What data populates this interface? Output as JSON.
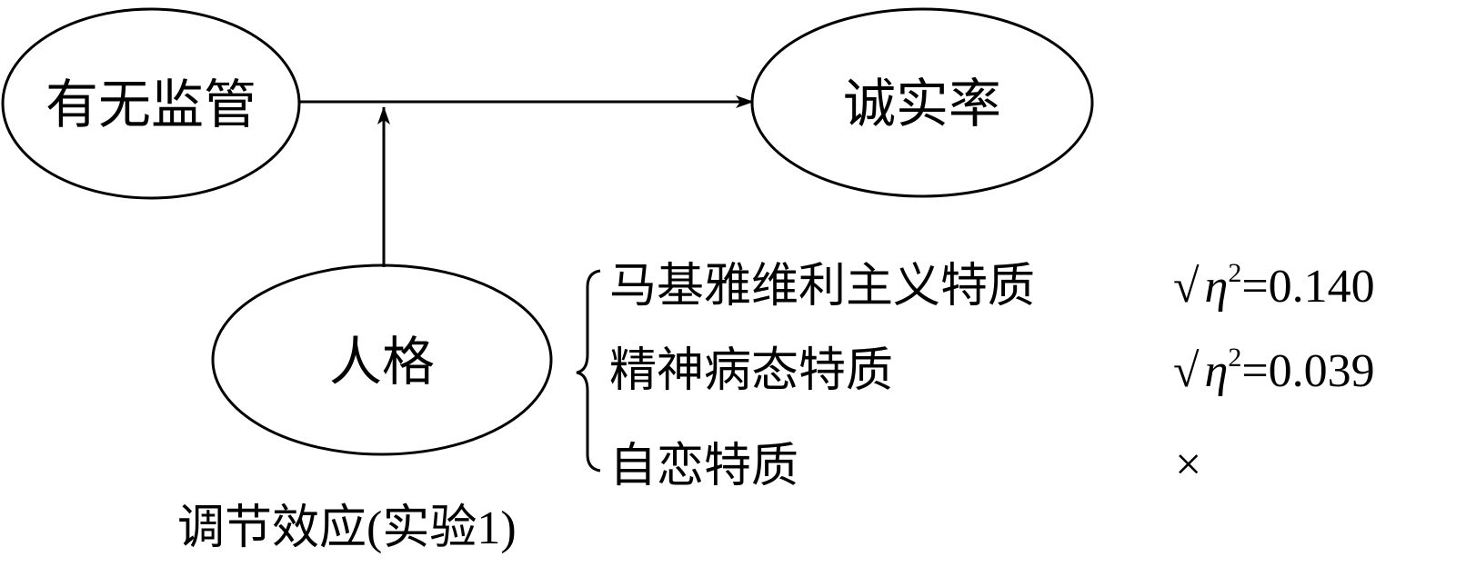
{
  "nodes": {
    "supervision": "有无监管",
    "honesty": "诚实率",
    "personality": "人格"
  },
  "traits": [
    {
      "label": "马基雅维利主义特质",
      "check": "√",
      "eta": "η",
      "sup": "2",
      "value": "=0.140"
    },
    {
      "label": "精神病态特质",
      "check": "√",
      "eta": "η",
      "sup": "2",
      "value": "=0.039"
    },
    {
      "label": "自恋特质",
      "mark": "×"
    }
  ],
  "caption": "调节效应(实验1)"
}
